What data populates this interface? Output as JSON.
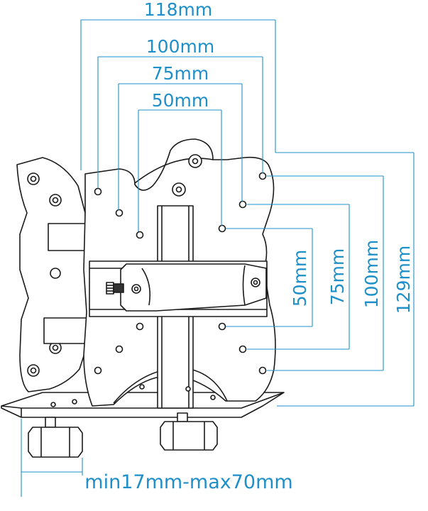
{
  "colors": {
    "dimension": "#1f8fc9",
    "outline": "#1a1a1a",
    "background": "#ffffff"
  },
  "dimensions": {
    "top": [
      "118mm",
      "100mm",
      "75mm",
      "50mm"
    ],
    "right": [
      "50mm",
      "75mm",
      "100mm",
      "129mm"
    ],
    "bottom": "min17mm-max70mm"
  }
}
